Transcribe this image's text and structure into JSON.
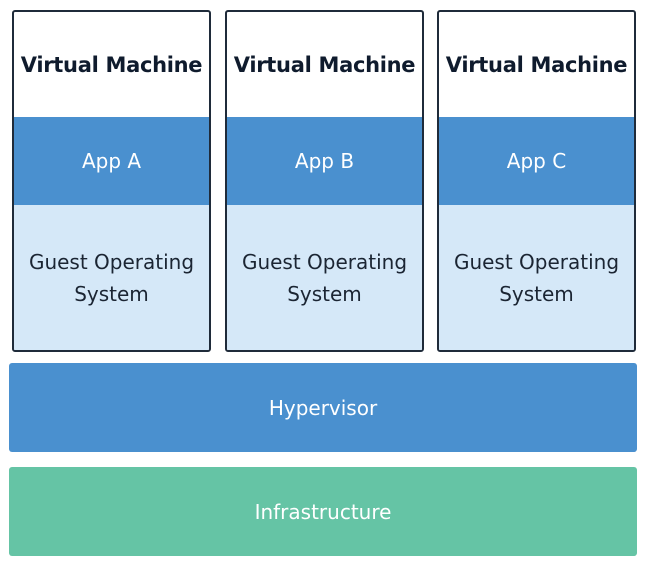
{
  "diagram": {
    "virtual_machines": [
      {
        "title": "Virtual Machine",
        "app": "App A",
        "os": "Guest Operating System"
      },
      {
        "title": "Virtual Machine",
        "app": "App B",
        "os": "Guest Operating System"
      },
      {
        "title": "Virtual Machine",
        "app": "App C",
        "os": "Guest Operating System"
      }
    ],
    "hypervisor": "Hypervisor",
    "infrastructure": "Infrastructure"
  },
  "colors": {
    "app_layer": "#4a90cf",
    "os_layer": "#d5e8f8",
    "hypervisor": "#4a90cf",
    "infrastructure": "#65c4a5",
    "border": "#1f2b3a"
  }
}
